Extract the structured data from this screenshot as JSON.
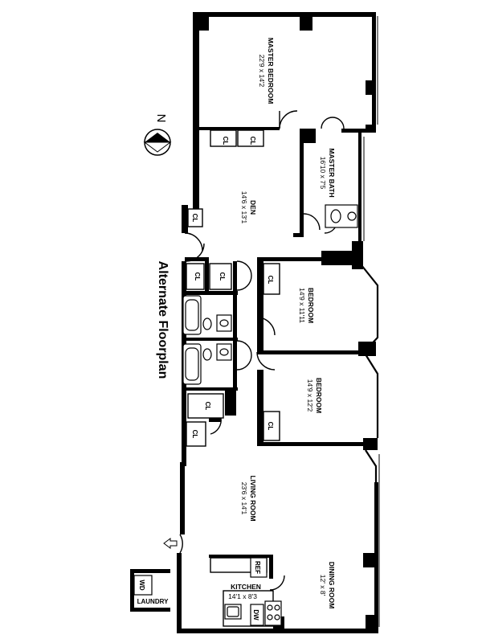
{
  "title": "Alternate Floorplan",
  "compass": {
    "label": "N"
  },
  "rooms": [
    {
      "id": "master-bedroom",
      "name": "MASTER BEDROOM",
      "dim": "22'9 x 14'2"
    },
    {
      "id": "master-bath",
      "name": "MASTER BATH",
      "dim": "16'10 x 7'5"
    },
    {
      "id": "den",
      "name": "DEN",
      "dim": "14'6 x 13'1"
    },
    {
      "id": "bedroom-1",
      "name": "BEDROOM",
      "dim": "14'9 x 11'11"
    },
    {
      "id": "bedroom-2",
      "name": "BEDROOM",
      "dim": "14'9 x 12'2"
    },
    {
      "id": "living-room",
      "name": "LIVING ROOM",
      "dim": "23'6 x 14'1"
    },
    {
      "id": "dining-room",
      "name": "DINING ROOM",
      "dim": "12' x 8'"
    },
    {
      "id": "kitchen",
      "name": "KITCHEN",
      "dim": "14'1 x 8'3"
    }
  ],
  "labels": {
    "closet": "CL",
    "laundry": "LAUNDRY",
    "washer_dryer": "WD",
    "refrigerator": "REF",
    "dishwasher": "DW"
  }
}
